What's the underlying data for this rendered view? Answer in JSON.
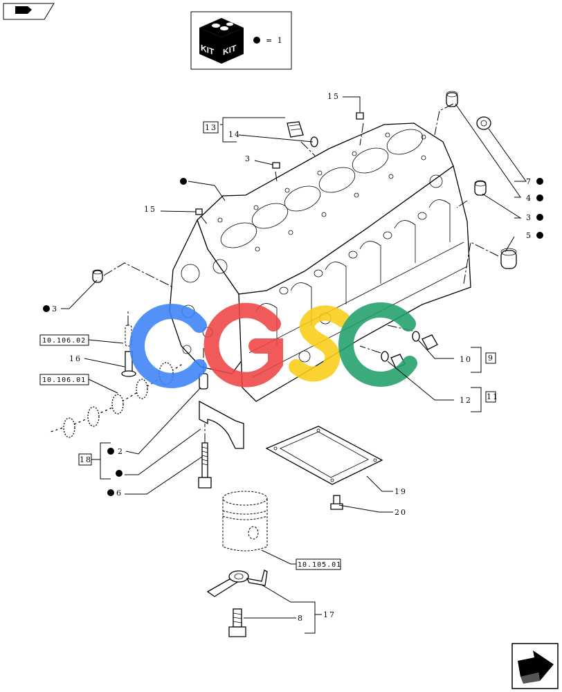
{
  "kit": {
    "word_left": "KIT",
    "word_right": "KIT",
    "legend_text": "= 1"
  },
  "watermark": {
    "letters": [
      "C",
      "G",
      "S",
      "C"
    ],
    "colors": [
      "#3b82f6",
      "#ef4444",
      "#facc15",
      "#22a06b"
    ]
  },
  "callouts": [
    {
      "id": "c15a",
      "text": "15"
    },
    {
      "id": "c13",
      "text": "13"
    },
    {
      "id": "c14",
      "text": "14"
    },
    {
      "id": "c3a",
      "text": "3"
    },
    {
      "id": "c15b",
      "text": "15"
    },
    {
      "id": "c7",
      "text": "7"
    },
    {
      "id": "c4",
      "text": "4"
    },
    {
      "id": "c3b",
      "text": "3"
    },
    {
      "id": "c5",
      "text": "5"
    },
    {
      "id": "c3c",
      "text": "3"
    },
    {
      "id": "c16",
      "text": "16"
    },
    {
      "id": "c10",
      "text": "10"
    },
    {
      "id": "c9",
      "text": "9"
    },
    {
      "id": "c12",
      "text": "12"
    },
    {
      "id": "c11",
      "text": "11"
    },
    {
      "id": "c18",
      "text": "18"
    },
    {
      "id": "c2",
      "text": "2"
    },
    {
      "id": "c6",
      "text": "6"
    },
    {
      "id": "c19",
      "text": "19"
    },
    {
      "id": "c20",
      "text": "20"
    },
    {
      "id": "c8",
      "text": "8"
    },
    {
      "id": "c17",
      "text": "17"
    }
  ],
  "references": [
    {
      "id": "r1",
      "text": "10.106.02"
    },
    {
      "id": "r2",
      "text": "10.106.01"
    },
    {
      "id": "r3",
      "text": "10.105.01"
    }
  ]
}
